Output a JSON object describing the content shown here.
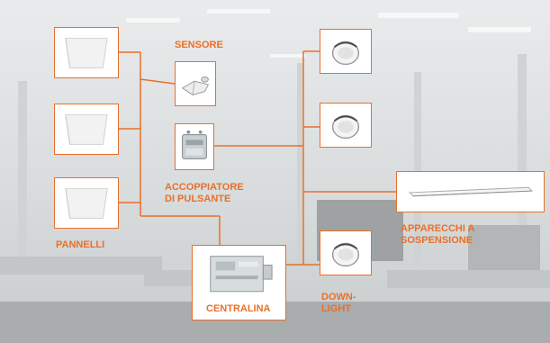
{
  "labels": {
    "sensore": "SENSORE",
    "accoppiatore": "ACCOPPIATORE\nDI PULSANTE",
    "pannelli": "PANNELLI",
    "centralina": "CENTRALINA",
    "downlight": "DOWN-\nLIGHT",
    "apparecchi": "APPARECCHI A\nSOSPENSIONE"
  },
  "colors": {
    "accent": "#e8702a",
    "background": "#dcdfe0"
  },
  "icons": {
    "panel": "square-panel-icon",
    "sensor": "motion-sensor-icon",
    "coupler": "push-button-coupler-icon",
    "controller": "control-unit-icon",
    "downlight": "round-downlight-icon",
    "suspension": "linear-suspension-luminaire-icon"
  }
}
